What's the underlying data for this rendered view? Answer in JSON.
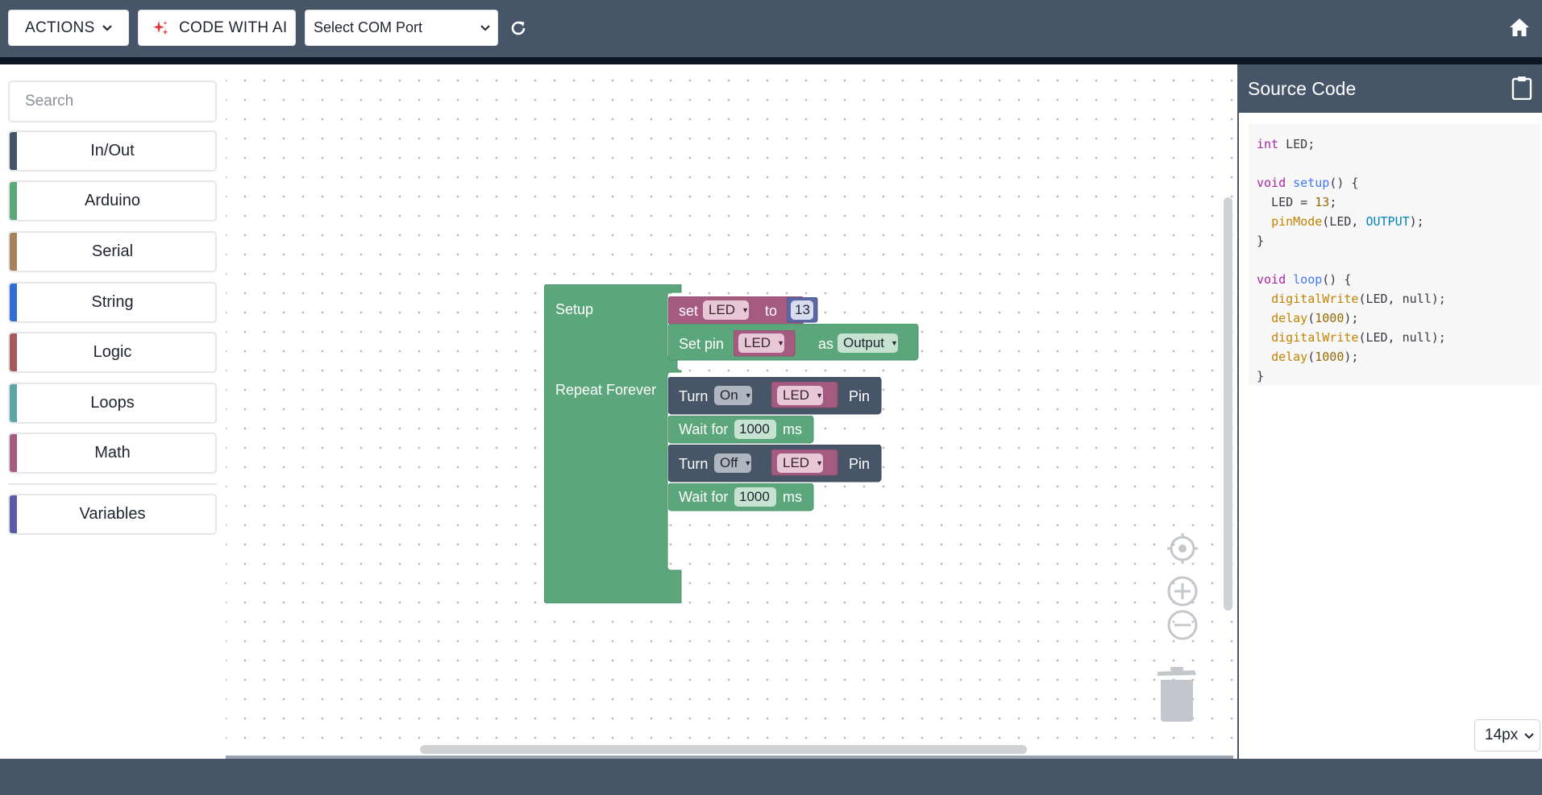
{
  "topbar": {
    "actions_label": "ACTIONS",
    "ai_label": "CODE WITH AI",
    "com_port_selected": "Select COM Port",
    "icons": [
      "chevron-down-icon",
      "sparkle-icon",
      "refresh-icon",
      "home-icon"
    ]
  },
  "toolbox": {
    "search_placeholder": "Search",
    "categories": [
      {
        "label": "In/Out",
        "color": "#465568"
      },
      {
        "label": "Arduino",
        "color": "#5ba67b"
      },
      {
        "label": "Serial",
        "color": "#a5805b"
      },
      {
        "label": "String",
        "color": "#2f6ed6"
      },
      {
        "label": "Logic",
        "color": "#a55b5b"
      },
      {
        "label": "Loops",
        "color": "#5ba5a5"
      },
      {
        "label": "Math",
        "color": "#a55b80"
      },
      {
        "label": "Variables",
        "color": "#5b5ba5"
      }
    ]
  },
  "blocks": {
    "setup_label": "Setup",
    "repeat_label": "Repeat Forever",
    "set_word": "set",
    "to_word": "to",
    "var_name": "LED",
    "set_value": "13",
    "setpin_word": "Set pin",
    "as_word": "as",
    "pin_mode": "Output",
    "turn_word": "Turn",
    "pin_word": "Pin",
    "on_state": "On",
    "off_state": "Off",
    "wait_word": "Wait for",
    "ms_word": "ms",
    "wait_value_1": "1000",
    "wait_value_2": "1000"
  },
  "code_panel": {
    "title": "Source Code",
    "font_size_selected": "14px",
    "code_lines": [
      "int LED;",
      "",
      "void setup() {",
      "  LED = 13;",
      "  pinMode(LED, OUTPUT);",
      "}",
      "",
      "void loop() {",
      "  digitalWrite(LED, null);",
      "  delay(1000);",
      "  digitalWrite(LED, null);",
      "  delay(1000);",
      "}"
    ]
  },
  "colors": {
    "header": "#465568",
    "arduino_green": "#5ba67b",
    "variable_pink": "#a55b80",
    "io_slate": "#465568",
    "math_blue": "#5b67a5"
  }
}
